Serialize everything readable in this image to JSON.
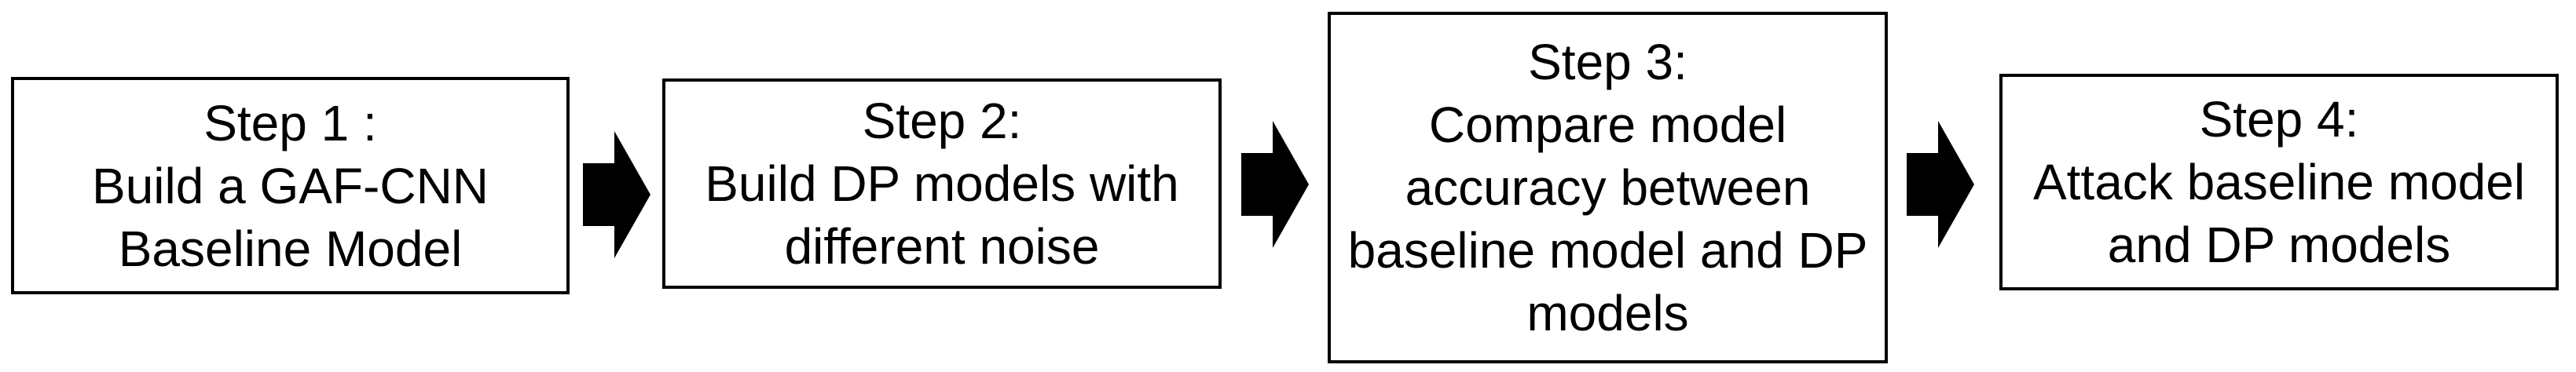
{
  "colors": {
    "paper": "#ffffff",
    "ink": "#000000"
  },
  "flow": {
    "type": "horizontal-process-flowchart",
    "connector": "right-block-arrow",
    "steps": [
      {
        "id": 1,
        "lines": [
          "Step 1 :",
          "Build a GAF-CNN",
          "Baseline Model"
        ],
        "full_text": "Step 1 : Build a GAF-CNN Baseline Model"
      },
      {
        "id": 2,
        "lines": [
          "Step 2:",
          "Build DP models with",
          "different noise"
        ],
        "full_text": "Step 2: Build DP models with different noise"
      },
      {
        "id": 3,
        "lines": [
          "Step 3:",
          "Compare model",
          "accuracy between",
          "baseline model and DP",
          "models"
        ],
        "full_text": "Step 3: Compare model accuracy between baseline model and DP models"
      },
      {
        "id": 4,
        "lines": [
          "Step 4:",
          "Attack baseline model",
          "and DP models"
        ],
        "full_text": "Step 4: Attack baseline model and DP models"
      }
    ]
  }
}
